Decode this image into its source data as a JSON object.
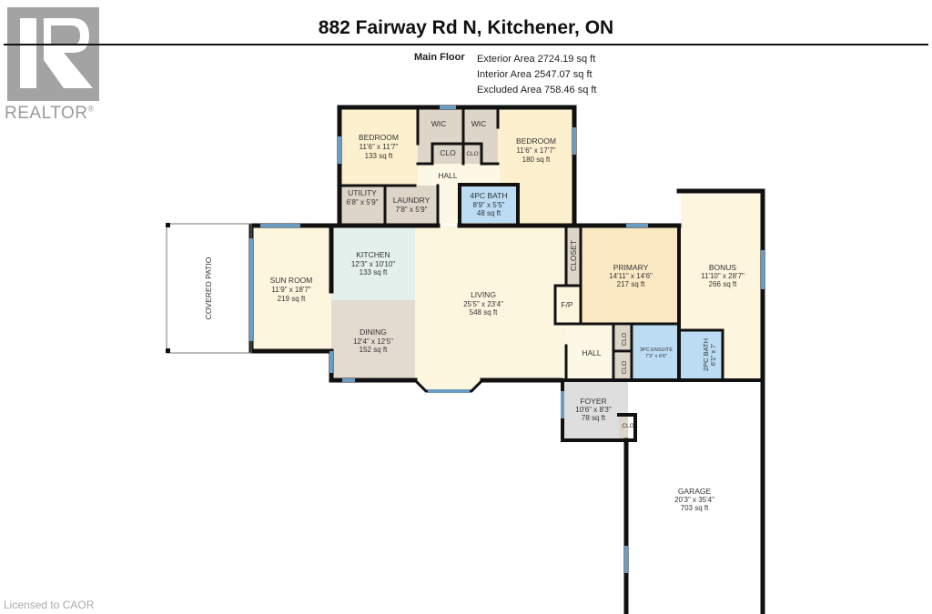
{
  "logo": {
    "brand": "REALTOR",
    "registered": "®",
    "icon": "realtor-r-logo-icon"
  },
  "header": {
    "title": "882 Fairway Rd N, Kitchener, ON",
    "floor_label": "Main Floor",
    "exterior_area": "Exterior Area 2724.19 sq ft",
    "interior_area": "Interior Area 2547.07 sq ft",
    "excluded_area": "Excluded Area 758.46 sq ft"
  },
  "rooms": {
    "bedroom1": {
      "name": "BEDROOM",
      "dims": "11'6\" x 11'7\"",
      "area": "133 sq ft"
    },
    "wic1": {
      "name": "WIC"
    },
    "wic2": {
      "name": "WIC"
    },
    "clo1": {
      "name": "CLO"
    },
    "clo2": {
      "name": "CLO"
    },
    "bedroom2": {
      "name": "BEDROOM",
      "dims": "11'6\" x 17'7\"",
      "area": "180 sq ft"
    },
    "hall_top": {
      "name": "HALL"
    },
    "utility": {
      "name": "UTILITY",
      "dims": "6'8\" x 5'9\""
    },
    "laundry": {
      "name": "LAUNDRY",
      "dims": "7'8\" x 5'9\""
    },
    "bath4pc": {
      "name": "4PC BATH",
      "dims": "8'9\" x 5'5\"",
      "area": "48 sq ft"
    },
    "covered_patio": {
      "name": "COVERED PATIO"
    },
    "sunroom": {
      "name": "SUN ROOM",
      "dims": "11'9\" x 18'7\"",
      "area": "219 sq ft"
    },
    "kitchen": {
      "name": "KITCHEN",
      "dims": "12'3\" x 10'10\"",
      "area": "133 sq ft"
    },
    "dining": {
      "name": "DINING",
      "dims": "12'4\" x 12'5\"",
      "area": "152 sq ft"
    },
    "living": {
      "name": "LIVING",
      "dims": "25'5\" x 23'4\"",
      "area": "548 sq ft"
    },
    "closet": {
      "name": "CLOSET"
    },
    "fireplace": {
      "name": "F/P"
    },
    "primary": {
      "name": "PRIMARY",
      "dims": "14'11\" x 14'6\"",
      "area": "217 sq ft"
    },
    "bonus": {
      "name": "BONUS",
      "dims": "11'10\" x 28'7\"",
      "area": "266 sq ft"
    },
    "hall_mid": {
      "name": "HALL"
    },
    "clo3": {
      "name": "CLO"
    },
    "clo4": {
      "name": "CLO"
    },
    "ensuite": {
      "name": "3PC ENSUITE",
      "dims": "7'3\" x 6'6\""
    },
    "bath2pc": {
      "name": "2PC BATH",
      "dims": "6'1\" x 7'"
    },
    "foyer": {
      "name": "FOYER",
      "dims": "10'6\" x 8'3\"",
      "area": "78 sq ft"
    },
    "clo5": {
      "name": "CLO"
    },
    "garage": {
      "name": "GARAGE",
      "dims": "20'3\" x 35'4\"",
      "area": "703 sq ft"
    }
  },
  "colors": {
    "bedroom": "#fdf0cf",
    "closet": "#ddd5c8",
    "hall": "#fdf8e6",
    "bath": "#bcdcf4",
    "kitchen": "#e4f0ec",
    "dining": "#e3dbcf",
    "living": "#fdf6df",
    "primary": "#fbe9c4",
    "bonus": "#fdf5dd",
    "foyer": "#dedede",
    "wall": "#111111",
    "window": "#6a9cc4"
  },
  "footer": {
    "license": "Licensed to CAOR"
  }
}
